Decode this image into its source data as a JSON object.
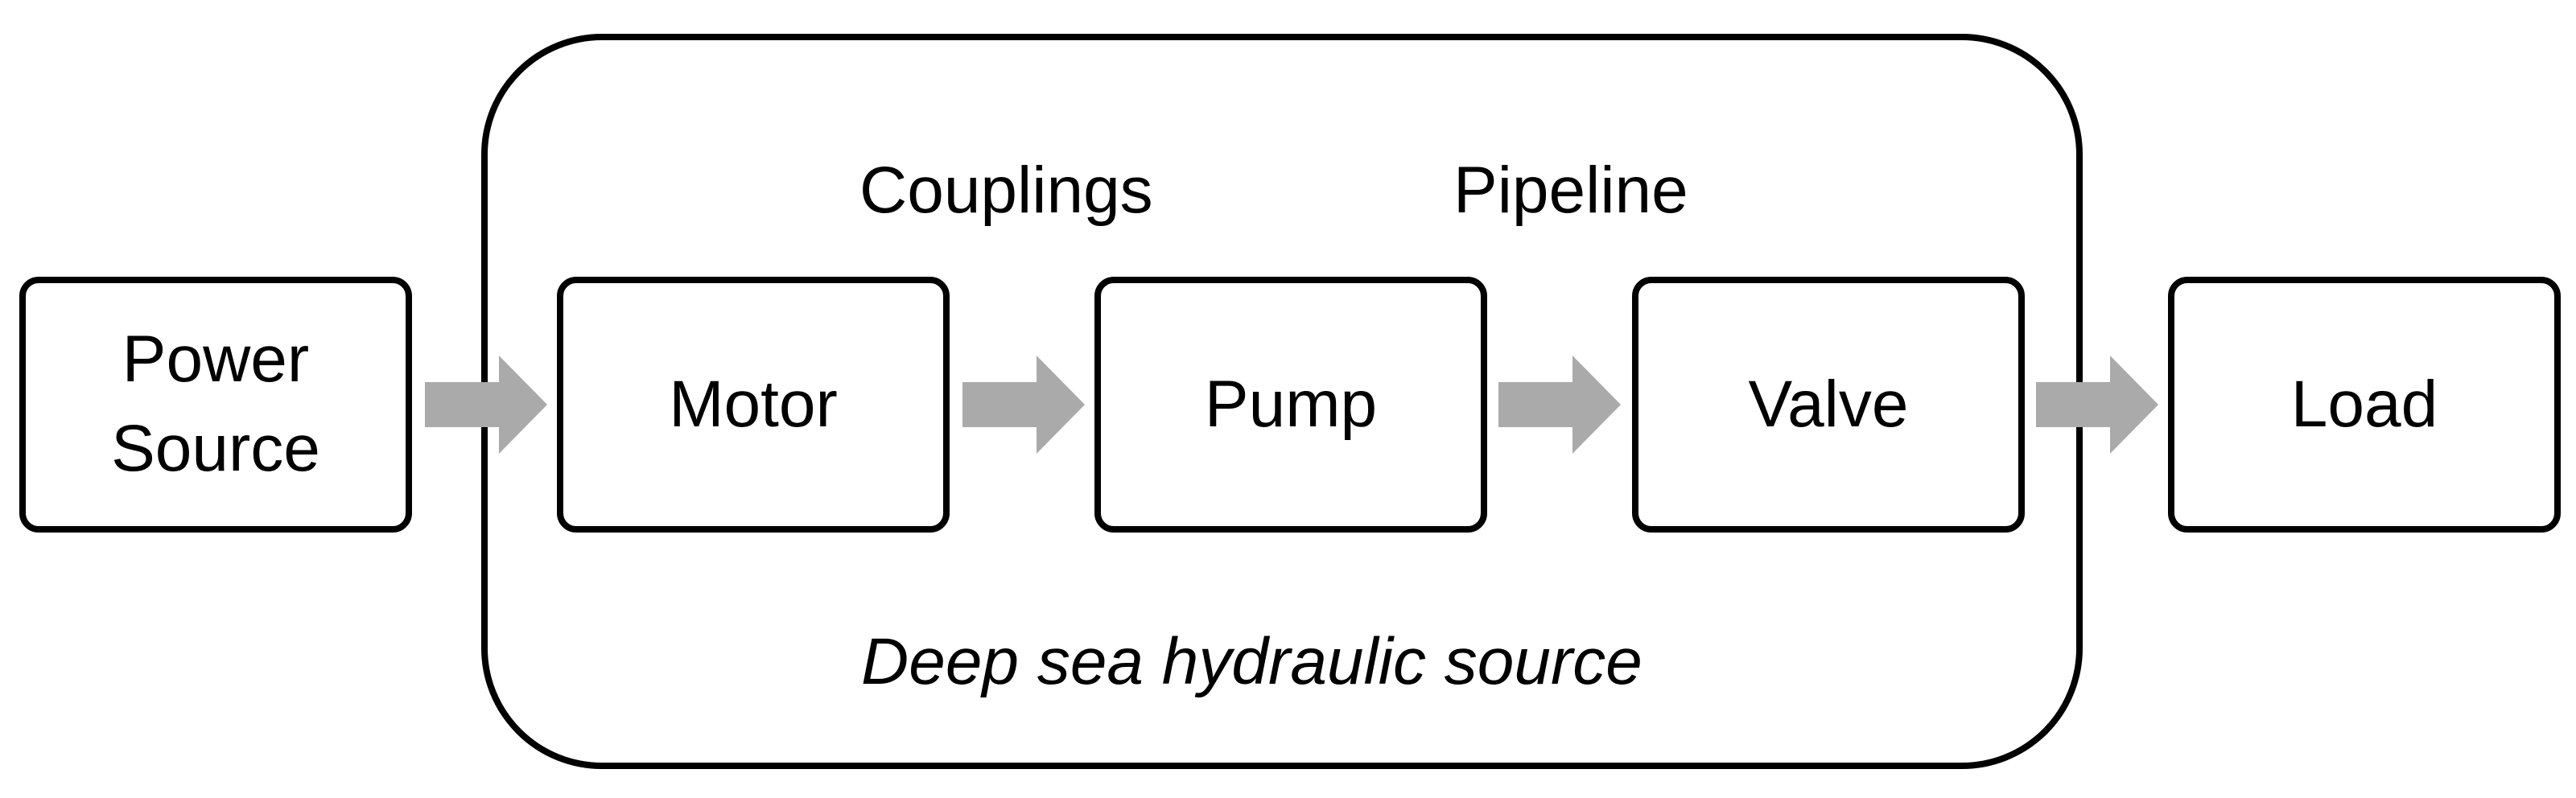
{
  "blocks": {
    "power_source": [
      "Power",
      "Source"
    ],
    "motor": "Motor",
    "pump": "Pump",
    "valve": "Valve",
    "load": "Load"
  },
  "labels": {
    "couplings": "Couplings",
    "pipeline": "Pipeline",
    "group": "Deep sea hydraulic source"
  },
  "colors": {
    "arrow": "#aaaaaa",
    "stroke": "#000000",
    "background": "#ffffff"
  },
  "icons": {
    "arrow": "right-arrow-icon"
  }
}
